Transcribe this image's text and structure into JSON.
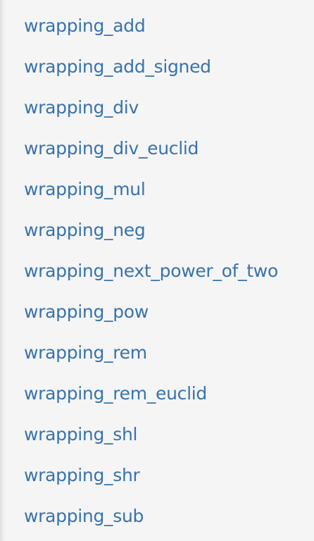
{
  "sidebar": {
    "link_color": "#3873ad",
    "background": "#f5f5f5",
    "methods": [
      {
        "label": "wrapping_add"
      },
      {
        "label": "wrapping_add_signed"
      },
      {
        "label": "wrapping_div"
      },
      {
        "label": "wrapping_div_euclid"
      },
      {
        "label": "wrapping_mul"
      },
      {
        "label": "wrapping_neg"
      },
      {
        "label": "wrapping_next_power_of_two"
      },
      {
        "label": "wrapping_pow"
      },
      {
        "label": "wrapping_rem"
      },
      {
        "label": "wrapping_rem_euclid"
      },
      {
        "label": "wrapping_shl"
      },
      {
        "label": "wrapping_shr"
      },
      {
        "label": "wrapping_sub"
      }
    ]
  }
}
